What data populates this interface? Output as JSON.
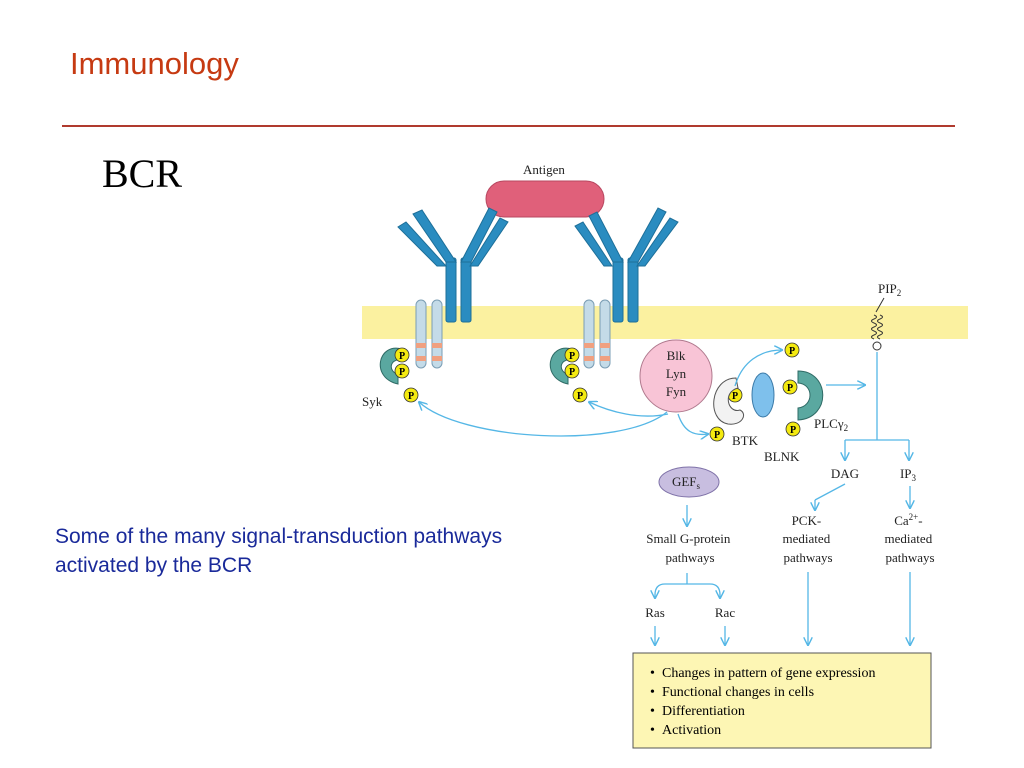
{
  "header": {
    "title": "Immunology"
  },
  "slide": {
    "title": "BCR",
    "caption": "Some of the many signal-transduction pathways activated by the BCR"
  },
  "diagram": {
    "antigen": "Antigen",
    "pip2": {
      "base": "PIP",
      "sub": "2"
    },
    "p_label": "P",
    "syk": "Syk",
    "kinases": [
      "Blk",
      "Lyn",
      "Fyn"
    ],
    "btk": "BTK",
    "blnk": "BLNK",
    "plc": {
      "base": "PLCγ",
      "sub": "2"
    },
    "gef": {
      "base": "GEF",
      "sub": "s"
    },
    "dag": "DAG",
    "ip3": {
      "base": "IP",
      "sub": "3"
    },
    "small_g": [
      "Small G-protein",
      "pathways"
    ],
    "pck": [
      "PCK-",
      "mediated",
      "pathways"
    ],
    "ca": {
      "base": "Ca",
      "sup": "2+",
      "tail": "-",
      "lines": [
        "mediated",
        "pathways"
      ]
    },
    "ras": "Ras",
    "rac": "Rac",
    "outcomes": [
      "Changes in pattern of gene expression",
      "Functional changes in cells",
      "Differentiation",
      "Activation"
    ],
    "colors": {
      "membrane": "#fbf1a0",
      "receptor": "#2a8cc0",
      "antigen": "#e0607a",
      "kinase_fill": "#f8c4d6",
      "phosphate": "#f4ea10",
      "arrow": "#55b7e6",
      "gef_fill": "#c8bee0",
      "box_fill": "#fdf6b4"
    }
  }
}
